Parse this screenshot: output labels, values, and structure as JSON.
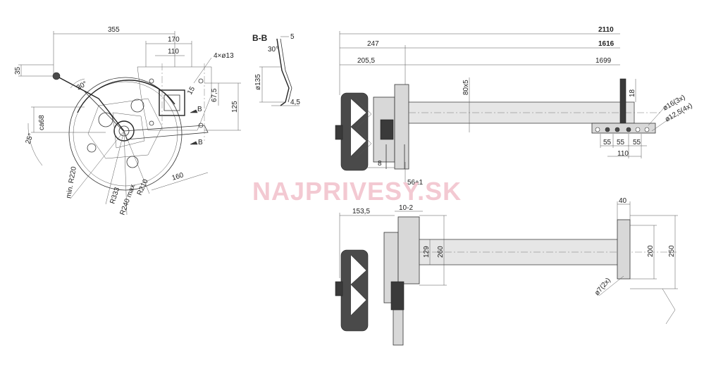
{
  "watermark": "NAJPRIVESY.SK",
  "section_label": "B-B",
  "side_view": {
    "dims": {
      "d355": "355",
      "d170": "170",
      "d110": "110",
      "holes": "4×ø13",
      "d35": "35",
      "a30": "30°",
      "ca68": "ca68",
      "a25": "25°",
      "d67_5": "67,5",
      "d125": "125",
      "d15": "15",
      "d160": "160",
      "r210": "R210",
      "r240": "R240 max",
      "r333": "R333",
      "r220": "min. R220",
      "mark_b1": "B",
      "mark_b2": "B"
    }
  },
  "section_view": {
    "dims": {
      "d5": "5",
      "a30": "30°",
      "d135": "ø135",
      "d4_5": "4,5"
    }
  },
  "top_view": {
    "dims": {
      "d2110": "2110",
      "d1616": "1616",
      "d247": "247",
      "d205_5": "205,5",
      "d1699": "1699",
      "d80x5": "80x5",
      "d18": "18",
      "d16x3": "ø16(3x)",
      "d12_5x4": "ø12,5(4x)",
      "d55a": "55",
      "d55b": "55",
      "d55c": "55",
      "d110": "110",
      "d8": "8",
      "d56": "56±1"
    }
  },
  "bottom_view": {
    "dims": {
      "d153_5": "153,5",
      "d10_2": "10-2",
      "d129": "129",
      "d260": "260",
      "d40": "40",
      "d200": "200",
      "d250": "250",
      "d7x2": "ø7(2x)"
    }
  }
}
